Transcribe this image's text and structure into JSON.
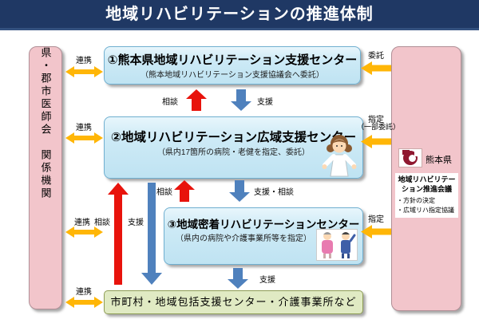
{
  "header": {
    "title": "地域リハビリテーションの推進体制"
  },
  "left_bar": {
    "label": "県・郡市医師会　関係機関"
  },
  "centers": [
    {
      "title": "①熊本県地域リハビリテーション支援センター",
      "subtitle": "（熊本地域リハビリテーション支援協議会へ委託）"
    },
    {
      "title": "②地域リハビリテーション広域支援センター",
      "subtitle": "（県内17箇所の病院・老健を指定、委託）"
    },
    {
      "title": "③地域密着リハビリテーションセンター",
      "subtitle": "（県内の病院や介護事業所等を指定）"
    }
  ],
  "municipal_box": {
    "label": "市町村・地域包括支援センター・介護事業所など"
  },
  "right_bar": {
    "prefecture": "熊本県",
    "council_title": "地域リハビリテーション推進会議",
    "council_items": [
      "・方針の決定",
      "・広域リハ指定協議"
    ]
  },
  "labels": {
    "renkei": "連携",
    "soudan": "相談",
    "shien": "支援",
    "shien_soudan": "支援・相談",
    "itaku": "委託",
    "shitei": "指定",
    "shitei_sub": "（一部委託）"
  },
  "colors": {
    "header_bg": "#1f3864",
    "box_blue": "#cdeaf6",
    "box_green": "#e0eac3",
    "bar_pink": "#f2c5cb",
    "arrow_yellow": "#ffb607",
    "arrow_red": "#e8130c",
    "arrow_blue": "#4f81bd",
    "logo_red": "#8f1830"
  }
}
